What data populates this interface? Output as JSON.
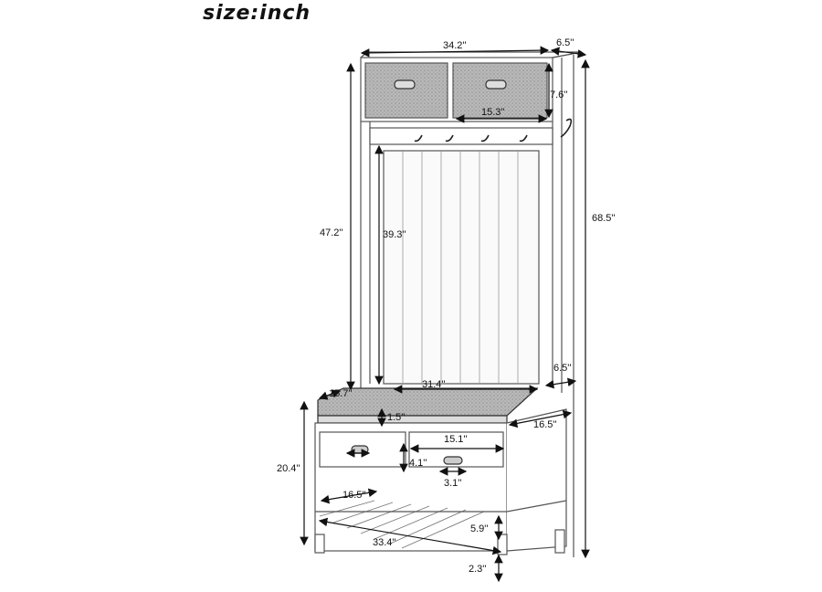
{
  "title": "size:inch",
  "dimensions": {
    "overall_width": "34.2''",
    "depth_top": "6.5''",
    "basket_height": "7.6''",
    "basket_width": "15.3''",
    "hanger_height": "47.2''",
    "panel_height": "39.3''",
    "total_height": "68.5''",
    "depth_mid": "6.5''",
    "cushion_depth": "15.7''",
    "cushion_width": "31.4''",
    "cushion_thickness": "1.5''",
    "bench_depth": "16.5''",
    "drawer_width": "15.1''",
    "bench_height": "20.4''",
    "drawer_height": "4.1''",
    "handle_width": "3.1''",
    "shelf_depth": "16.5''",
    "shelf_gap": "5.9''",
    "bench_width": "33.4''",
    "foot_clearance": "2.3''"
  }
}
